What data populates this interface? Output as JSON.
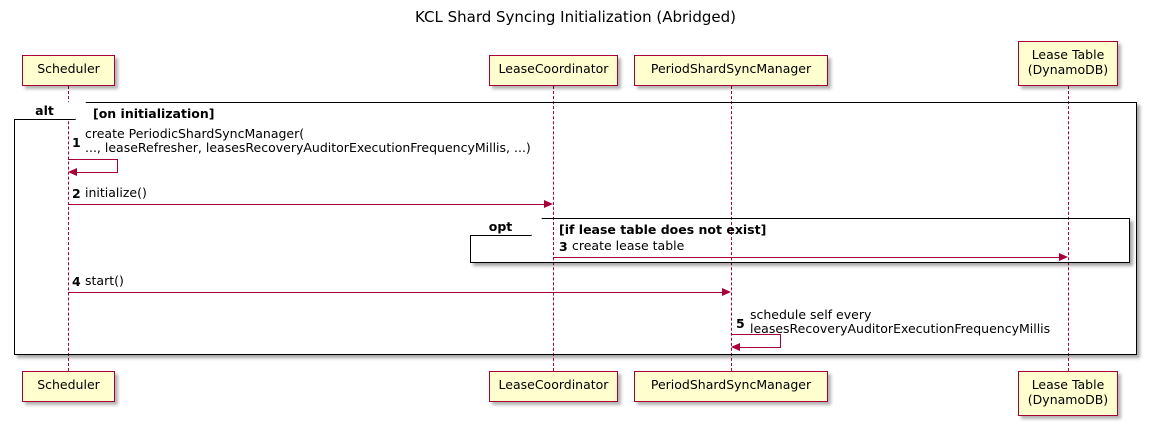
{
  "diagram": {
    "title": "KCL Shard Syncing Initialization (Abridged)",
    "type": "uml-sequence-diagram",
    "colors": {
      "participant_fill": "#FEFECE",
      "participant_border": "#A80036",
      "message_line": "#A80036",
      "frame_border": "#000000",
      "text": "#000000",
      "background": "#FFFFFF"
    }
  },
  "participants": [
    {
      "id": "scheduler",
      "label": "Scheduler"
    },
    {
      "id": "leasecoordinator",
      "label": "LeaseCoordinator"
    },
    {
      "id": "periodshardsyncmanager",
      "label": "PeriodShardSyncManager"
    },
    {
      "id": "leasetable",
      "label": "Lease Table\n(DynamoDB)"
    }
  ],
  "fragments": [
    {
      "id": "alt-fragment",
      "operator": "alt",
      "guard": "[on initialization]"
    },
    {
      "id": "opt-fragment",
      "operator": "opt",
      "guard": "[if lease table does not exist]"
    }
  ],
  "messages": [
    {
      "number": "1",
      "text": "create PeriodicShardSyncManager(\n   ..., leaseRefresher, leasesRecoveryAuditorExecutionFrequencyMillis, ...)",
      "from": "scheduler",
      "to": "scheduler",
      "kind": "self-call"
    },
    {
      "number": "2",
      "text": "initialize()",
      "from": "scheduler",
      "to": "leasecoordinator",
      "kind": "call"
    },
    {
      "number": "3",
      "text": "create lease table",
      "from": "leasecoordinator",
      "to": "leasetable",
      "kind": "call"
    },
    {
      "number": "4",
      "text": "start()",
      "from": "scheduler",
      "to": "periodshardsyncmanager",
      "kind": "call"
    },
    {
      "number": "5",
      "text": "schedule self every\n   leasesRecoveryAuditorExecutionFrequencyMillis",
      "from": "periodshardsyncmanager",
      "to": "periodshardsyncmanager",
      "kind": "self-call"
    }
  ]
}
